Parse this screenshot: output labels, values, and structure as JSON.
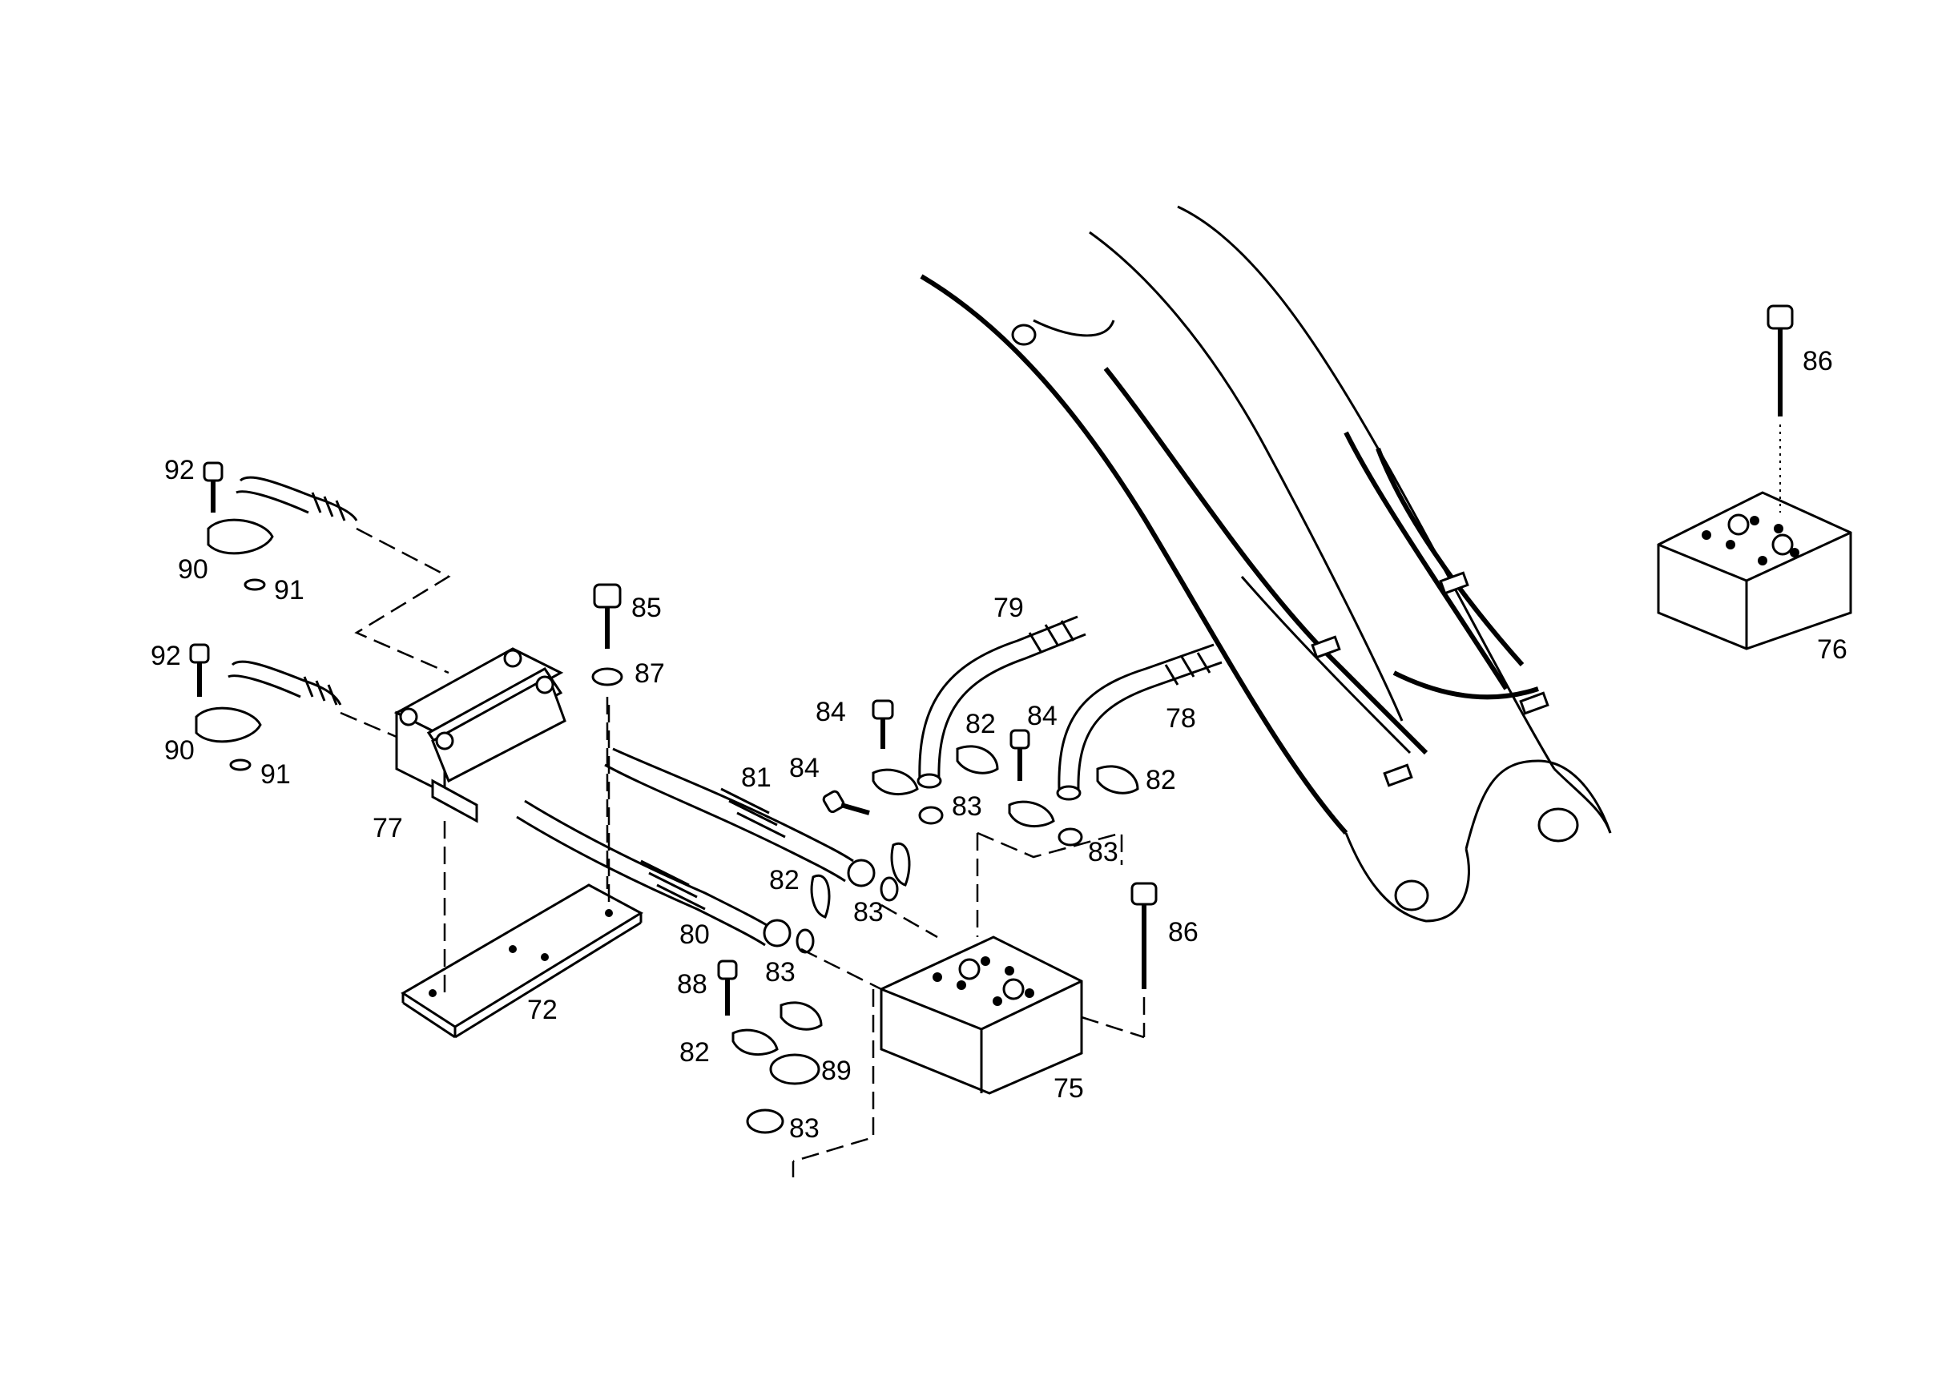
{
  "labels": {
    "l72": "72",
    "l75": "75",
    "l76": "76",
    "l77": "77",
    "l78": "78",
    "l79": "79",
    "l80": "80",
    "l81": "81",
    "l82a": "82",
    "l82b": "82",
    "l82c": "82",
    "l82d": "82",
    "l83a": "83",
    "l83b": "83",
    "l83c": "83",
    "l83d": "83",
    "l83e": "83",
    "l84a": "84",
    "l84b": "84",
    "l85": "85",
    "l86a": "86",
    "l86b": "86",
    "l87": "87",
    "l88": "88",
    "l89": "89",
    "l90a": "90",
    "l90b": "90",
    "l91a": "91",
    "l91b": "91",
    "l92a": "92",
    "l92b": "92"
  }
}
